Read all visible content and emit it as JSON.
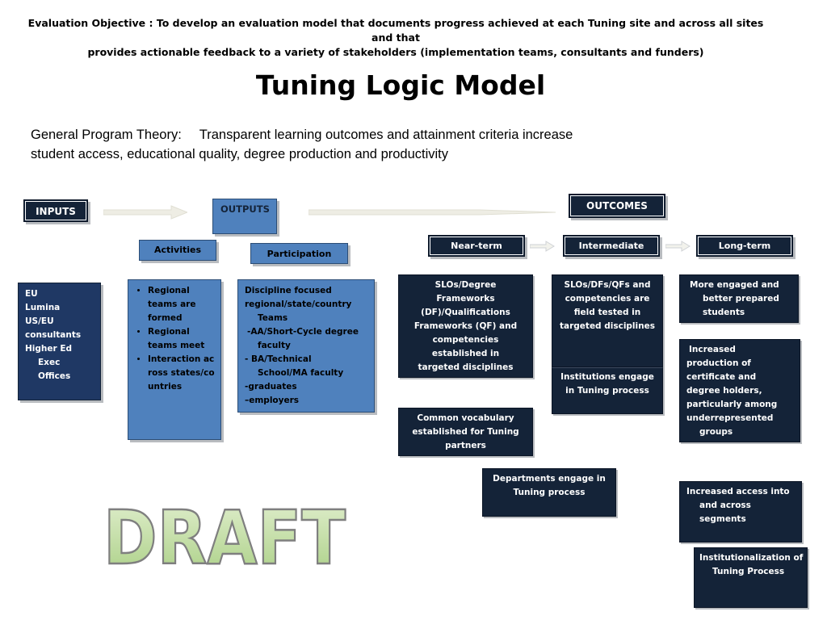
{
  "objective": {
    "line1": "Evaluation Objective :  To develop an evaluation model that documents progress achieved at each Tuning site and across all sites and that",
    "line2": "provides actionable feedback to a variety of stakeholders (implementation teams, consultants and funders)"
  },
  "title": "Tuning Logic Model",
  "theory": {
    "label": "General Program Theory:",
    "text_line1": "Transparent learning outcomes and attainment criteria increase",
    "text_line2": "student access, educational quality, degree production and productivity"
  },
  "headers": {
    "inputs": "INPUTS",
    "outputs": "OUTPUTS",
    "outcomes": "OUTCOMES",
    "activities": "Activities",
    "participation": "Participation",
    "near_term": "Near-term",
    "intermediate": "Intermediate",
    "long_term": "Long-term"
  },
  "inputs": [
    "EU",
    "Lumina",
    "US/EU",
    "consultants",
    "Higher Ed",
    "Exec",
    "Offices"
  ],
  "activities": [
    "Regional teams are formed",
    "Regional teams meet",
    "Interaction across states/countries"
  ],
  "participation": [
    "Discipline focused regional/state/country",
    "Teams",
    "-AA/Short-Cycle degree",
    "faculty",
    "- BA/Technical",
    "School/MA faculty",
    "-graduates",
    "–employers"
  ],
  "near_term": {
    "box1": [
      "SLOs/Degree",
      "Frameworks",
      "(DF)/Qualifications",
      "Frameworks (QF) and",
      "competencies",
      "established in",
      "targeted disciplines"
    ],
    "box2": [
      "Common vocabulary",
      "established for Tuning",
      "partners"
    ],
    "box3": [
      "Departments engage in",
      "Tuning process"
    ]
  },
  "intermediate": {
    "box1": [
      "SLOs/DFs/QFs and",
      "competencies are",
      "field tested  in",
      "targeted disciplines"
    ],
    "box2": [
      "Institutions engage",
      "in Tuning process"
    ]
  },
  "long_term": {
    "box1": [
      "More engaged and",
      "better prepared",
      "students"
    ],
    "box2": [
      "Increased",
      "production of",
      "certificate and",
      "degree holders,",
      "particularly among",
      "underrepresented",
      "groups"
    ],
    "box3": [
      "Increased access into",
      "and across",
      "segments"
    ],
    "box4": [
      "Institutionalization of",
      "Tuning Process"
    ]
  },
  "watermark": "DRAFT",
  "colors": {
    "dark_box": "#142338",
    "blue_box": "#4f81bd",
    "navy_box": "#1f3864",
    "watermark_fill": "#c5e0a5",
    "watermark_stroke": "#7f7f7f"
  }
}
